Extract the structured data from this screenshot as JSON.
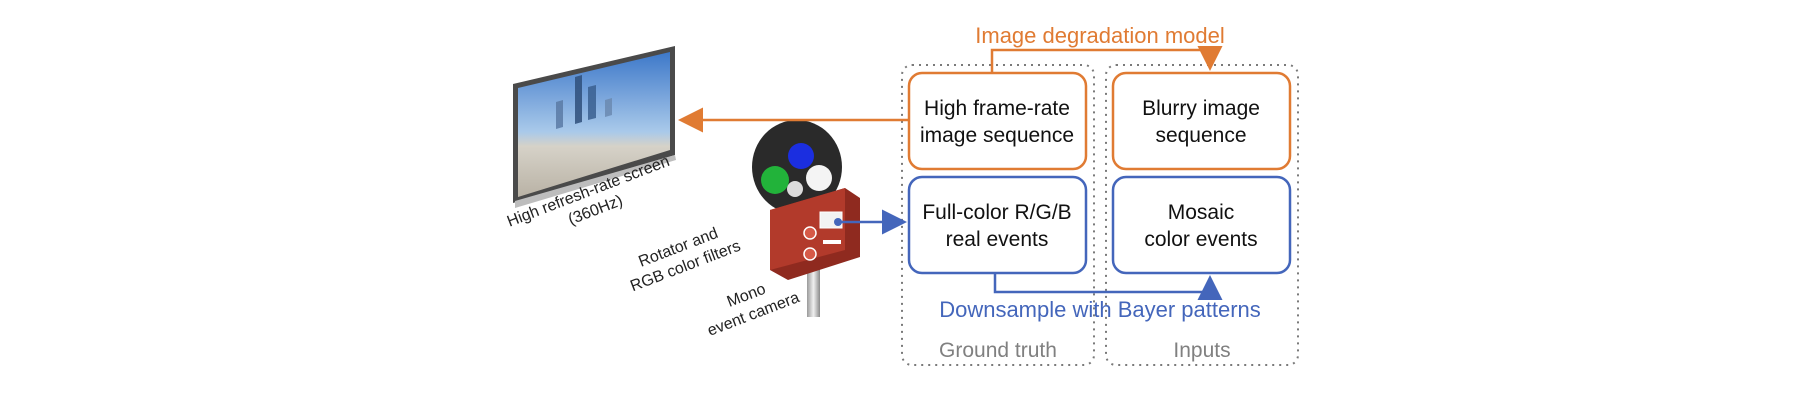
{
  "top_annotation": "Image degradation model",
  "bottom_annotation": "Downsample with Bayer patterns",
  "columns": {
    "ground_truth": "Ground truth",
    "inputs": "Inputs"
  },
  "boxes": {
    "hfr_line1": "High frame-rate",
    "hfr_line2": "image sequence",
    "blurry_line1": "Blurry image",
    "blurry_line2": "sequence",
    "fullcolor_line1": "Full-color R/G/B",
    "fullcolor_line2": "real events",
    "mosaic_line1": "Mosaic",
    "mosaic_line2": "color events"
  },
  "setup_labels": {
    "screen_line1": "High refresh-rate screen",
    "screen_line2": "(360Hz)",
    "rotator_line1": "Rotator and",
    "rotator_line2": "RGB color filters",
    "camera_line1": "Mono",
    "camera_line2": "event camera"
  },
  "colors": {
    "orange": "#E07B33",
    "blue": "#4466BB",
    "gray_dotted": "#7A7A7A",
    "camera_red": "#B23A2B"
  }
}
